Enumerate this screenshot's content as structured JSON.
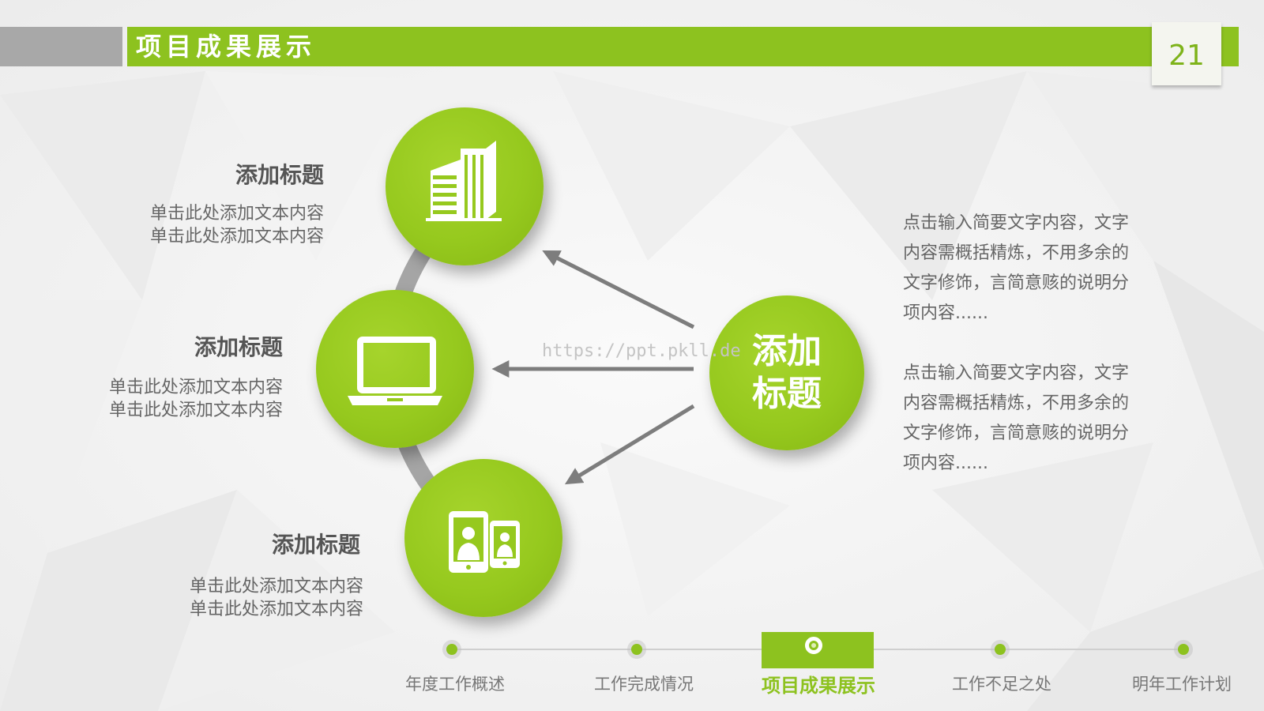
{
  "header": {
    "title": "项目成果展示",
    "page_number": "21"
  },
  "items": [
    {
      "title": "添加标题",
      "body_lines": [
        "单击此处添加文本内容",
        "单击此处添加文本内容"
      ],
      "icon": "building-icon"
    },
    {
      "title": "添加标题",
      "body_lines": [
        "单击此处添加文本内容",
        "单击此处添加文本内容"
      ],
      "icon": "laptop-icon"
    },
    {
      "title": "添加标题",
      "body_lines": [
        "单击此处添加文本内容",
        "单击此处添加文本内容"
      ],
      "icon": "mobile-devices-icon"
    }
  ],
  "center": {
    "label_lines": [
      "添加",
      "标题"
    ]
  },
  "descriptions": [
    {
      "lines": [
        "点击输入简要文字内容，文字",
        "内容需概括精炼，不用多余的",
        "文字修饰，言简意赅的说明分",
        "项内容......"
      ]
    },
    {
      "lines": [
        "点击输入简要文字内容，文字",
        "内容需概括精炼，不用多余的",
        "文字修饰，言简意赅的说明分",
        "项内容......"
      ]
    }
  ],
  "watermark": "https://ppt.pkll.de",
  "nav": {
    "active_index": 2,
    "items": [
      "年度工作概述",
      "工作完成情况",
      "项目成果展示",
      "工作不足之处",
      "明年工作计划"
    ]
  },
  "colors": {
    "accent": "#8dc21f",
    "header_gray": "#a8a8a8",
    "text": "#666666",
    "arrow": "#7d7d7d"
  }
}
